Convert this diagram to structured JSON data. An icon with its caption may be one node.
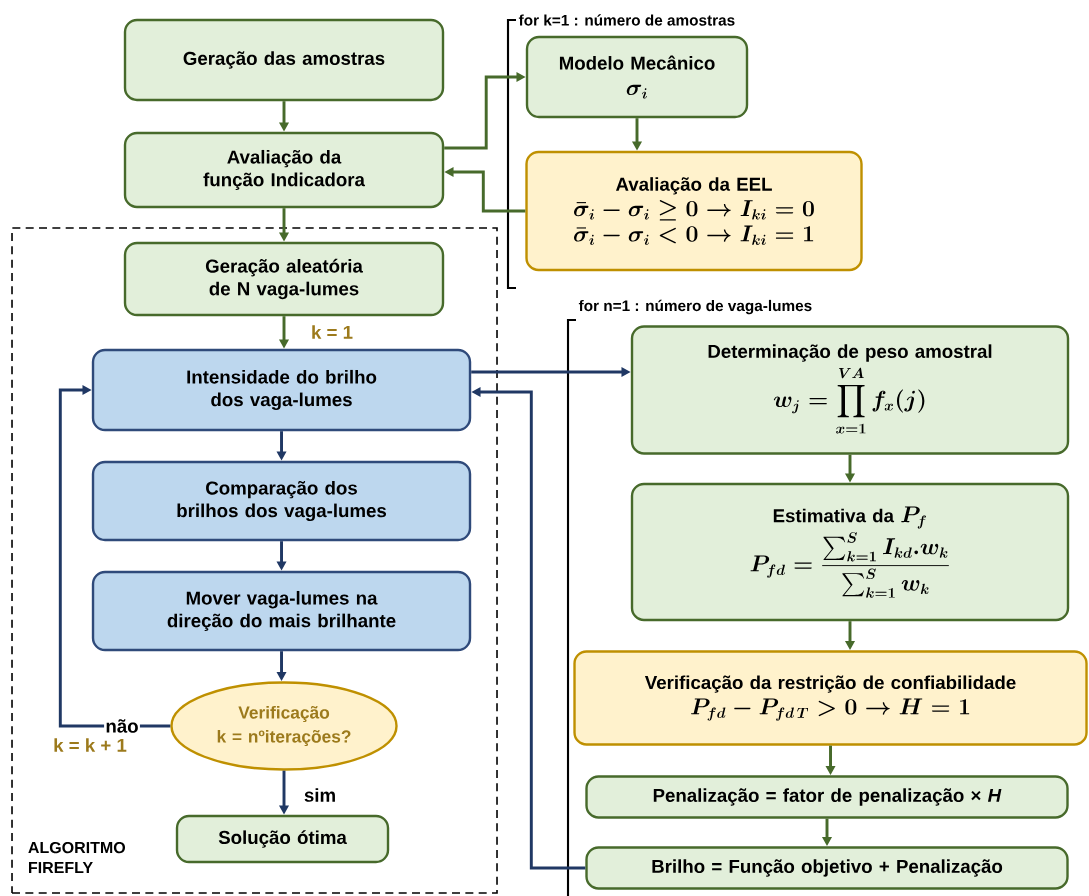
{
  "diagram": {
    "nodes": [
      {
        "text": [
          "Geração das amostras"
        ]
      },
      {
        "text": [
          "Avaliação da função Indicadora"
        ]
      },
      {
        "text": [
          "Modelo Mecânico",
          "\\sigma_i"
        ]
      },
      {
        "text": [
          "Avaliação da EEL",
          "\\bar{\\sigma}_i - \\sigma_i \\geq 0 \\rightarrow I_{ki} = 0",
          "\\bar{\\sigma}_i - \\sigma_i < 0 \\rightarrow I_{ki} = 1"
        ]
      },
      {
        "text": [
          "ALGORITMO FIREFLY"
        ]
      },
      {
        "text": [
          "Geração aleatória de N vaga-lumes"
        ],
        "in": 4
      },
      {
        "text": [
          "Intensidade do brilho dos vaga-lumes"
        ],
        "in": 4
      },
      {
        "text": [
          "Comparação dos brilhos dos vaga-lumes"
        ],
        "in": 4
      },
      {
        "text": [
          "Mover vaga-lumes na direção do mais brilhante"
        ],
        "in": 4
      },
      {
        "text": [
          "Verificação",
          "k = nºiterações?"
        ],
        "in": 4
      },
      {
        "text": [
          "Solução ótima"
        ],
        "in": 4
      },
      {
        "text": [
          "Determinação de peso amostral",
          "w_j = \\prod_{x=1}^{VA} f_x(j)"
        ]
      },
      {
        "text": [
          "Estimativa da",
          "P_f",
          "P_{fd} = \\frac{\\sum_{k=1}^{S} I_{kd} . w_k}{\\sum_{k=1}^{S} w_k}"
        ]
      },
      {
        "text": [
          "Verificação da restrição de confiabilidade",
          "P_{fd} - P_{fd\\,T} > 0 \\rightarrow H = 1"
        ]
      },
      {
        "text": [
          "Penalização = fator de penalização × *H*"
        ]
      },
      {
        "text": [
          "Brilho = Função objetivo + Penalização"
        ]
      }
    ],
    "edges": [
      {
        "from": 0,
        "to": 1,
        "arrow": "to"
      },
      {
        "from": 1,
        "to": 2,
        "arrow": "to"
      },
      {
        "from": 2,
        "to": 3,
        "arrow": "to"
      },
      {
        "from": 3,
        "to": 1,
        "arrow": "to"
      },
      {
        "from": 1,
        "to": 5,
        "arrow": "to"
      },
      {
        "from": 5,
        "to": 6,
        "arrow": "to",
        "label": "k = 1"
      },
      {
        "from": 6,
        "to": 7,
        "arrow": "to",
        "color": "#203864"
      },
      {
        "from": 7,
        "to": 8,
        "arrow": "to",
        "color": "#203864"
      },
      {
        "from": 8,
        "to": 9,
        "arrow": "to",
        "color": "#203864"
      },
      {
        "from": 9,
        "to": 10,
        "arrow": "to",
        "color": "#203864",
        "label": "sim"
      },
      {
        "from": 9,
        "to": 6,
        "arrow": "to",
        "color": "#203864",
        "label": "não"
      },
      {
        "from": 6,
        "to": 11,
        "arrow": "to",
        "color": "#203864"
      },
      {
        "from": 11,
        "to": 12,
        "arrow": "to"
      },
      {
        "from": 12,
        "to": 13,
        "arrow": "to"
      },
      {
        "from": 13,
        "to": 14,
        "arrow": "to"
      },
      {
        "from": 14,
        "to": 15,
        "arrow": "to"
      },
      {
        "from": 15,
        "to": 6,
        "arrow": "to",
        "color": "#203864"
      }
    ],
    "labels": [
      "for k=1 : número de amostras",
      "for n=1 : número de vaga-lumes",
      "k = k + 1"
    ]
  }
}
